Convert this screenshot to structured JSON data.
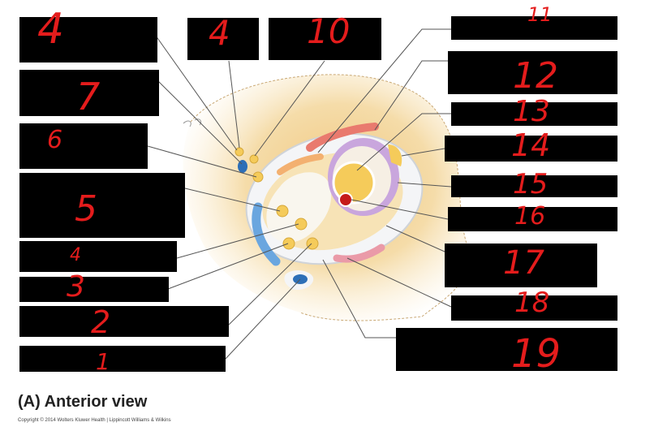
{
  "colors": {
    "label_box": "#000000",
    "handwriting": "#e41c1c",
    "background_tissue": "#f3d49a",
    "ring_white": "#f4f5f7",
    "vein_blue": "#6aa6df",
    "artery_pink": "#ea9aa8",
    "nerve_yellow": "#f5cb5a",
    "muscle_red": "#e97a6e",
    "bladder_purple": "#c9a6dd"
  },
  "labels": [
    {
      "id": "label-1",
      "handwritten": "1"
    },
    {
      "id": "label-2",
      "handwritten": "2"
    },
    {
      "id": "label-3",
      "handwritten": "3"
    },
    {
      "id": "label-4-left",
      "handwritten": "4"
    },
    {
      "id": "label-5",
      "handwritten": "5"
    },
    {
      "id": "label-6",
      "handwritten": "6"
    },
    {
      "id": "label-7",
      "handwritten": "7"
    },
    {
      "id": "label-4-top",
      "handwritten": "4"
    },
    {
      "id": "label-10",
      "handwritten": "10"
    },
    {
      "id": "label-11",
      "handwritten": "11"
    },
    {
      "id": "label-12",
      "handwritten": "12"
    },
    {
      "id": "label-13",
      "handwritten": "13"
    },
    {
      "id": "label-14",
      "handwritten": "14"
    },
    {
      "id": "label-15",
      "handwritten": "15"
    },
    {
      "id": "label-16",
      "handwritten": "16"
    },
    {
      "id": "label-17",
      "handwritten": "17"
    },
    {
      "id": "label-18",
      "handwritten": "18"
    },
    {
      "id": "label-19",
      "handwritten": "19"
    },
    {
      "id": "label-4-corner",
      "handwritten": "4"
    }
  ],
  "caption": "(A) Anterior view",
  "copyright": "Copyright © 2014 Wolters Kluwer Health | Lippincott Williams & Wilkins"
}
